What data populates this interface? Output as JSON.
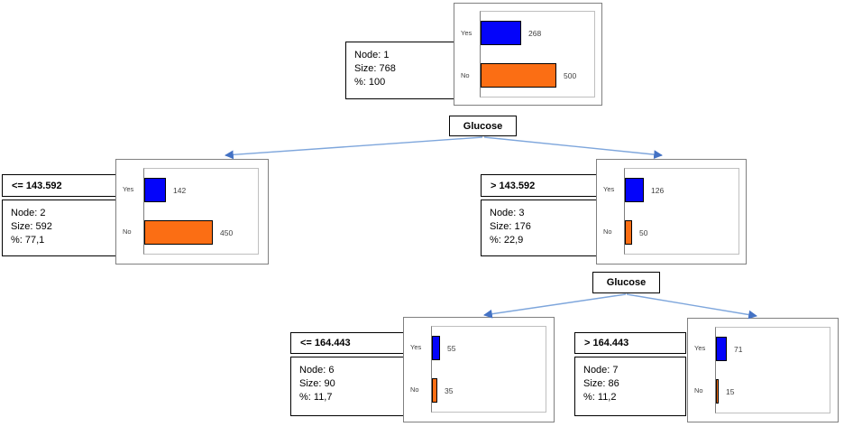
{
  "diagram": {
    "kind": "decision-tree",
    "split_labels": [
      "Glucose",
      "Glucose"
    ]
  },
  "colors": {
    "yes_bar": "#0404fa",
    "no_bar": "#fb6e14",
    "arrow_line": "#7ea6dc",
    "arrow_head": "#4472c4",
    "chart_border": "#808080",
    "plot_border": "#bfbfbf",
    "box_border": "#000000"
  },
  "chart_data": [
    {
      "type": "bar",
      "condition": "",
      "node_label": "Node: 1",
      "size_label": "Size: 768",
      "pct_label": "%: 100",
      "categories": [
        "Yes",
        "No"
      ],
      "values": [
        268,
        500
      ]
    },
    {
      "type": "bar",
      "condition": "<= 143.592",
      "node_label": "Node: 2",
      "size_label": "Size: 592",
      "pct_label": "%: 77,1",
      "categories": [
        "Yes",
        "No"
      ],
      "values": [
        142,
        450
      ]
    },
    {
      "type": "bar",
      "condition": "> 143.592",
      "node_label": "Node: 3",
      "size_label": "Size: 176",
      "pct_label": "%: 22,9",
      "categories": [
        "Yes",
        "No"
      ],
      "values": [
        126,
        50
      ]
    },
    {
      "type": "bar",
      "condition": "<= 164.443",
      "node_label": "Node: 6",
      "size_label": "Size: 90",
      "pct_label": "%: 11,7",
      "categories": [
        "Yes",
        "No"
      ],
      "values": [
        55,
        35
      ]
    },
    {
      "type": "bar",
      "condition": "> 164.443",
      "node_label": "Node: 7",
      "size_label": "Size: 86",
      "pct_label": "%: 11,2",
      "categories": [
        "Yes",
        "No"
      ],
      "values": [
        71,
        15
      ]
    }
  ]
}
